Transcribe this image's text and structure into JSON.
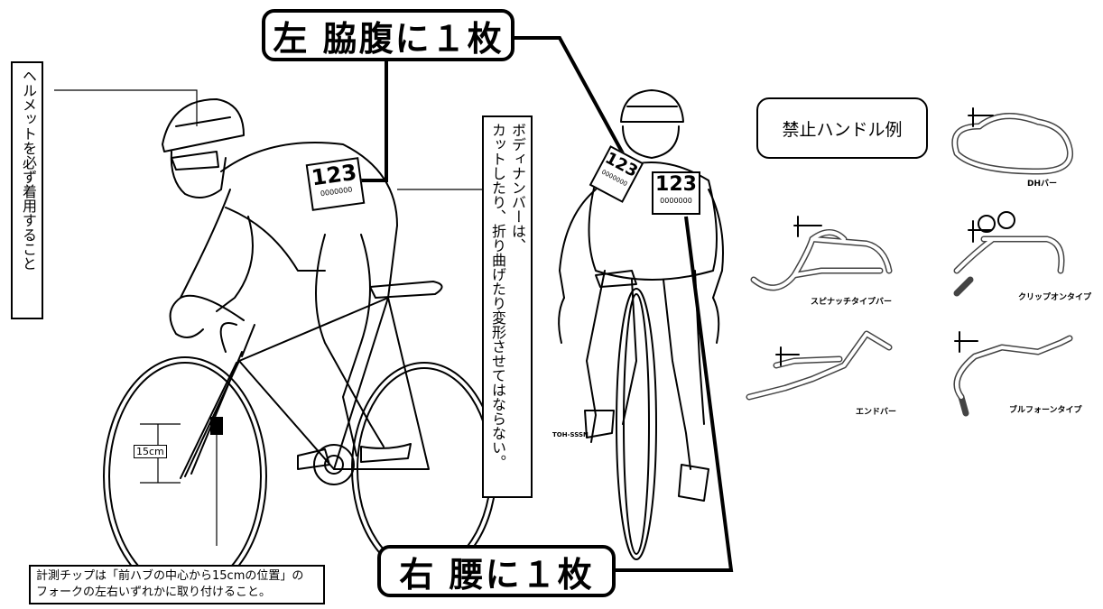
{
  "callouts": {
    "left_flank": "左 脇腹に１枚",
    "right_waist": "右 腰に１枚"
  },
  "helmet_note": [
    "ヘルメットを必ず着用すること"
  ],
  "number_note": [
    "ボディナンバーは、",
    "カットしたり、折り曲げたり変形させてはならない。"
  ],
  "chip_note": {
    "line1": "計測チップは「前ハブの中心から15cmの位置」の",
    "line2": "フォークの左右いずれかに取り付けること。"
  },
  "measure_label": "15cm",
  "bib": {
    "number": "123",
    "sub": "0000000"
  },
  "banned": {
    "title": "禁止ハンドル例",
    "items": [
      "DHバー",
      "スピナッチタイプバー",
      "クリップオンタイプ",
      "エンドバー",
      "ブルフォーンタイプ"
    ]
  },
  "artist_sign": "TOH-SSSN"
}
